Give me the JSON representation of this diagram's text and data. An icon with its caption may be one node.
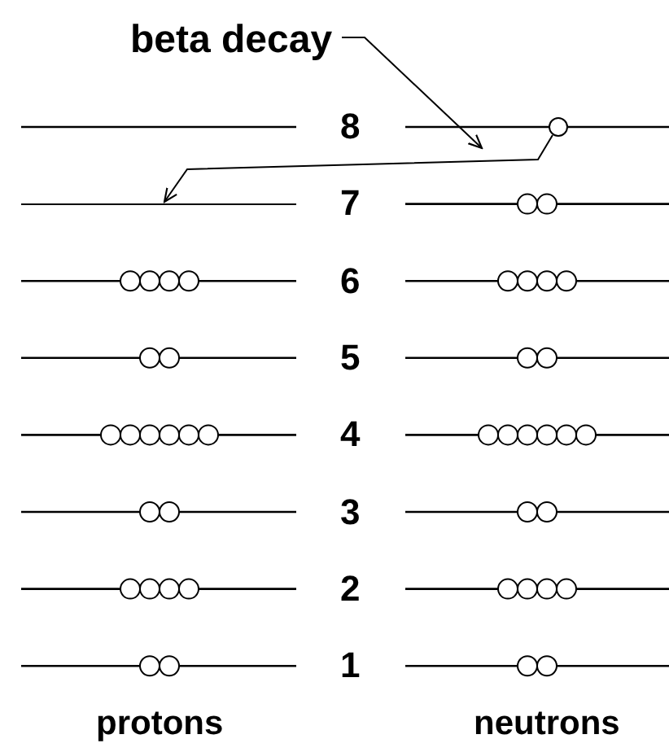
{
  "diagram": {
    "nodes": [
      {
        "text": [
          "beta decay"
        ]
      },
      {
        "text": [],
        "shape": "circle"
      },
      {
        "text": [],
        "shape": "bar"
      }
    ],
    "edges": [
      {
        "from": 0,
        "to": null,
        "arrow": "to"
      },
      {
        "from": 1,
        "to": 2,
        "arrow": "to"
      }
    ],
    "labels": [
      "8",
      "7",
      "6",
      "5",
      "4",
      "3",
      "2",
      "1",
      "protons",
      "neutrons"
    ]
  }
}
